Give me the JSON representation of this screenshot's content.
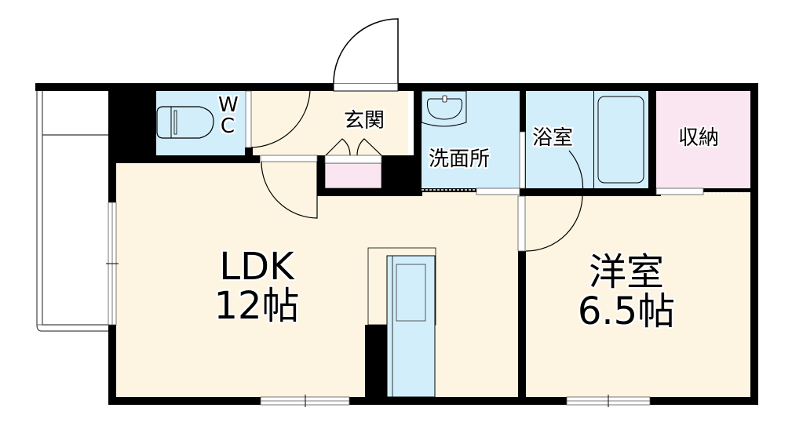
{
  "floor_plan": {
    "type": "1LDK",
    "colors": {
      "wall": "#000000",
      "living_floor": "#fdf5e2",
      "wet_area": "#d3eefb",
      "storage": "#fae6f0",
      "outline": "#000000"
    },
    "rooms": {
      "ldk": {
        "name": "LDK",
        "size": "12帖"
      },
      "western": {
        "name": "洋室",
        "size": "6.5帖"
      },
      "wc": {
        "line1": "W",
        "line2": "C"
      },
      "entrance": {
        "name": "玄関"
      },
      "washroom": {
        "name": "洗面所"
      },
      "bathroom": {
        "name": "浴室"
      },
      "storage": {
        "name": "収納"
      }
    }
  }
}
